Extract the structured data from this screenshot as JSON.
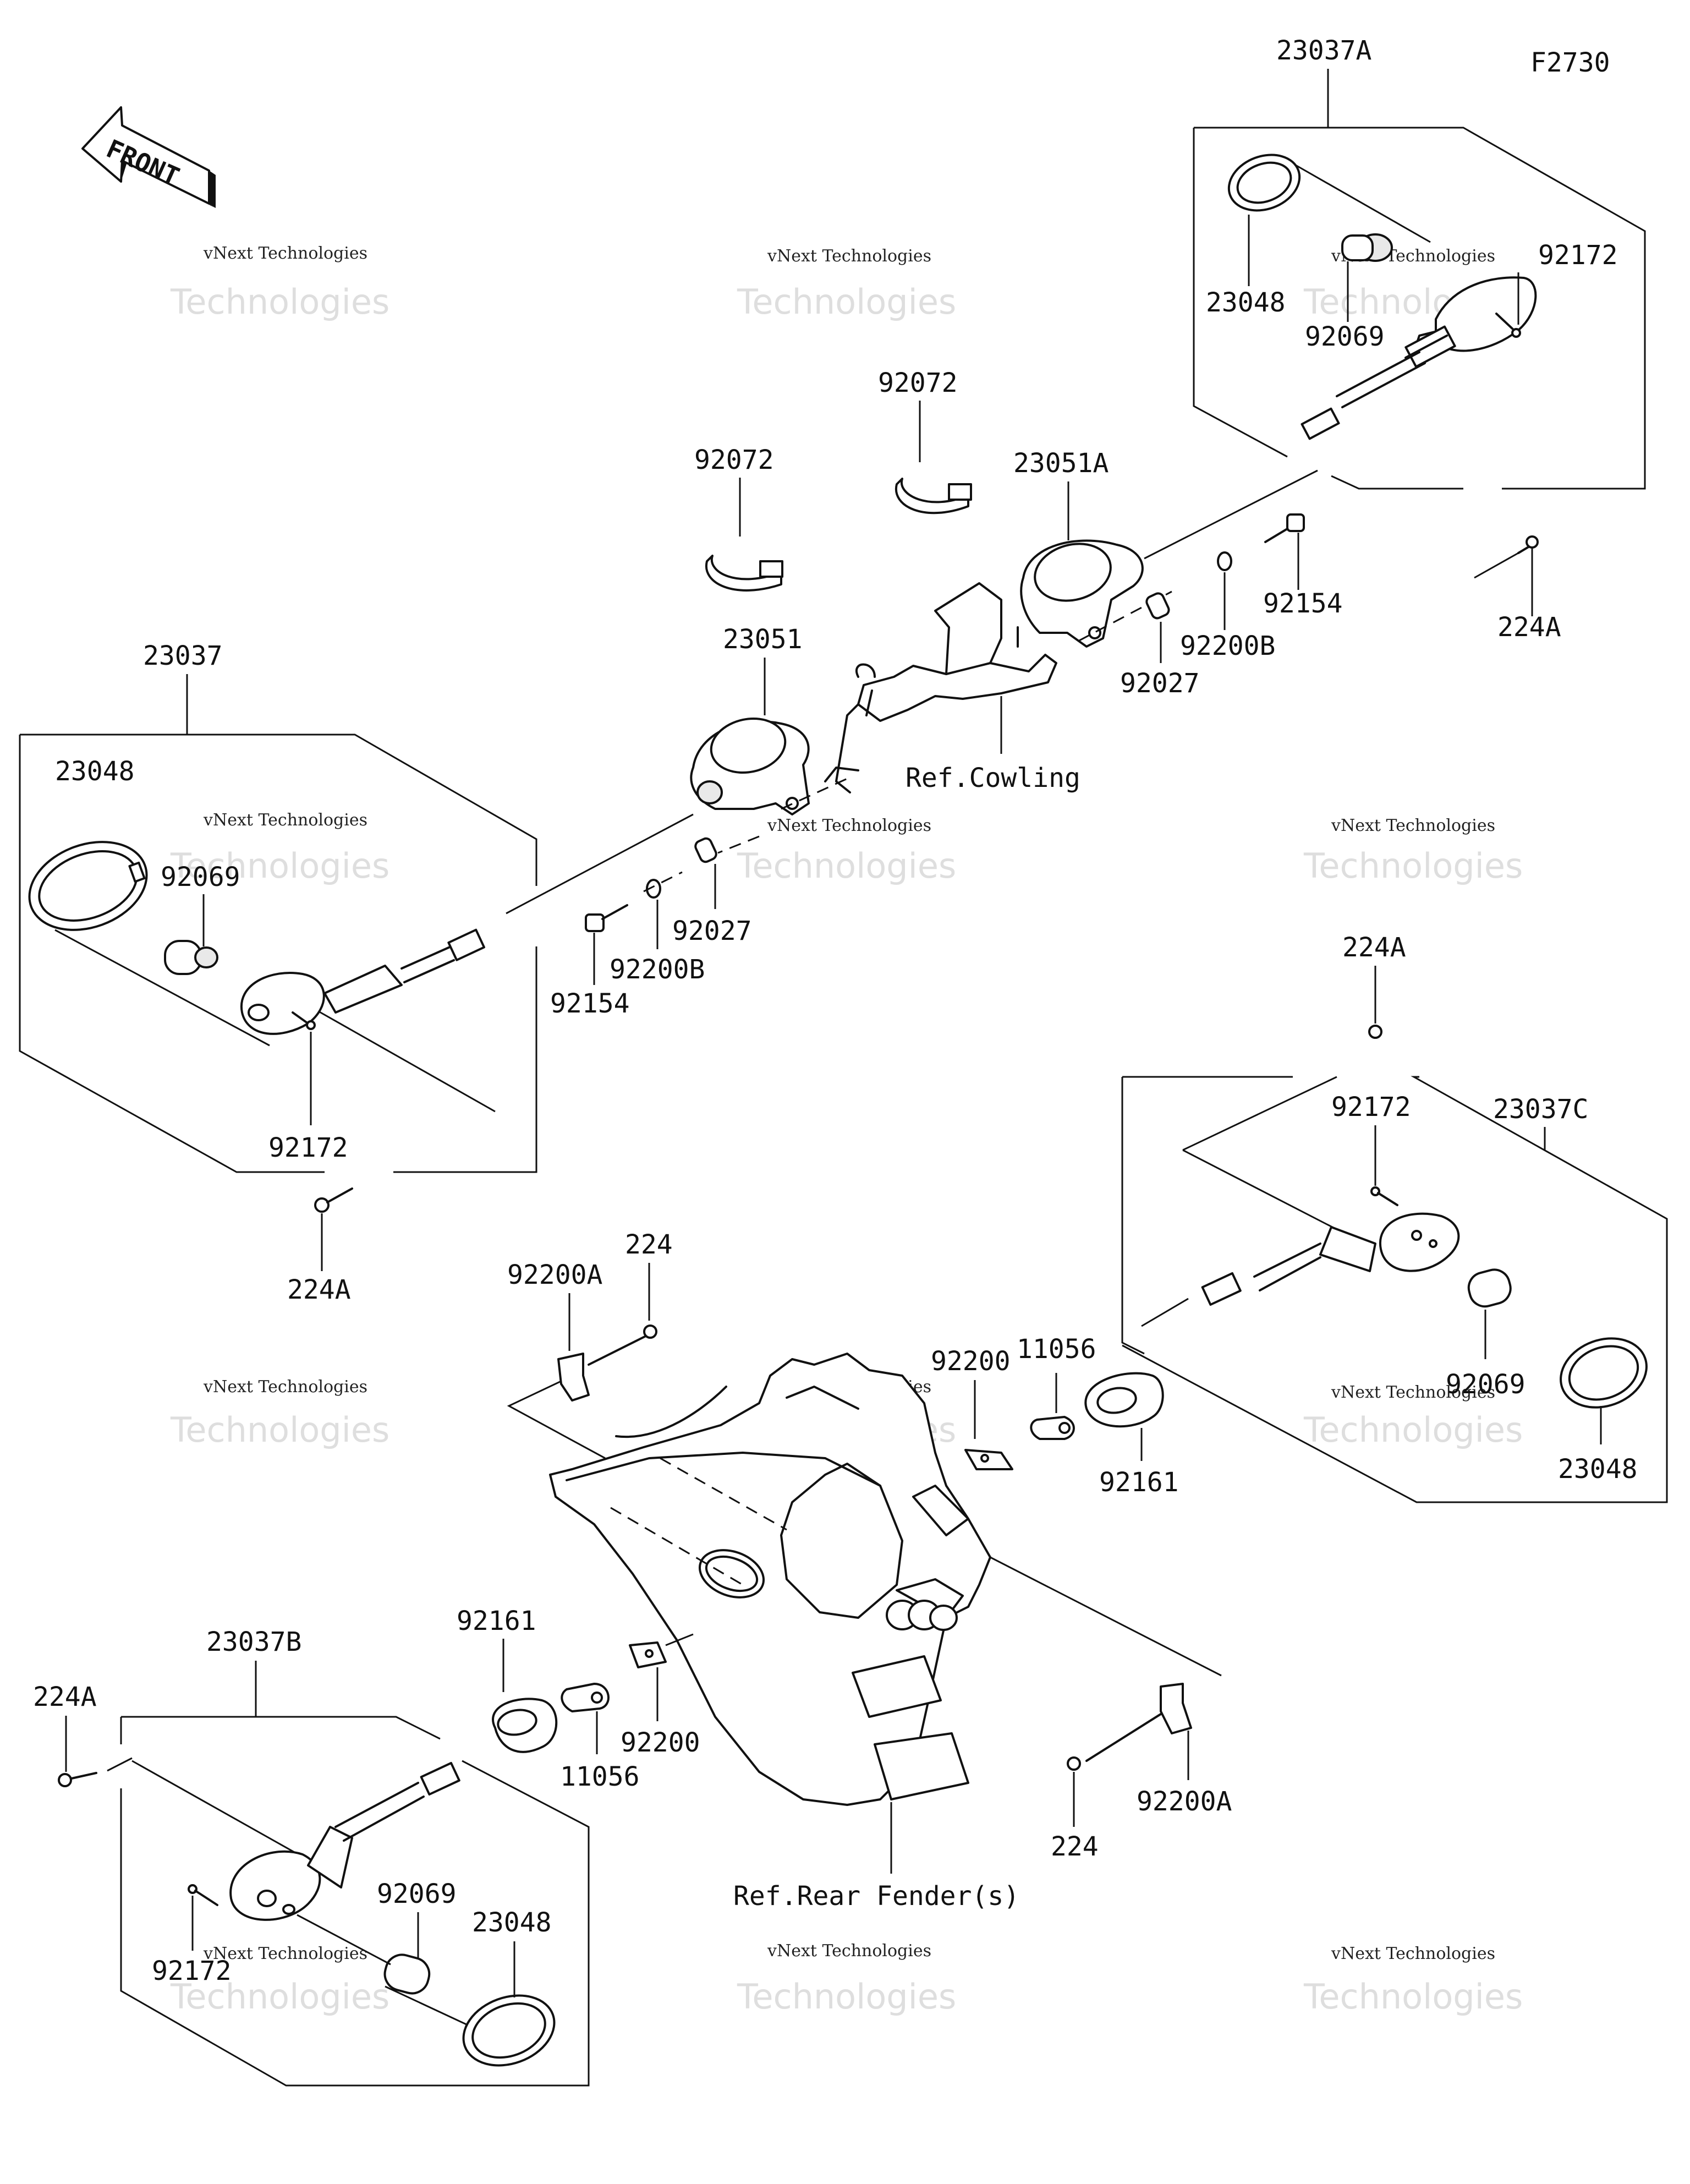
{
  "diagram_code": "F2730",
  "front_label": "FRONT",
  "watermark": {
    "brand_small": "vNext Technologies",
    "brand_big": "Technologies",
    "brand_top": "vNext"
  },
  "references": {
    "cowling": "Ref.Cowling",
    "rear_fender": "Ref.Rear Fender(s)"
  },
  "parts": {
    "p23037A": "23037A",
    "p23037": "23037",
    "p23037B": "23037B",
    "p23037C": "23037C",
    "p23048_a": "23048",
    "p23048_b": "23048",
    "p23048_c": "23048",
    "p23048_d": "23048",
    "p92069_a": "92069",
    "p92069_b": "92069",
    "p92069_c": "92069",
    "p92069_d": "92069",
    "p92172_a": "92172",
    "p92172_b": "92172",
    "p92172_c": "92172",
    "p92172_d": "92172",
    "p224A_a": "224A",
    "p224A_b": "224A",
    "p224A_c": "224A",
    "p224A_d": "224A",
    "p92072_a": "92072",
    "p92072_b": "92072",
    "p23051A": "23051A",
    "p23051": "23051",
    "p92154_a": "92154",
    "p92154_b": "92154",
    "p92200B_a": "92200B",
    "p92200B_b": "92200B",
    "p92027_a": "92027",
    "p92027_b": "92027",
    "p92200A_a": "92200A",
    "p92200A_b": "92200A",
    "p224_a": "224",
    "p224_b": "224",
    "p92200_a": "92200",
    "p92200_b": "92200",
    "p11056_a": "11056",
    "p11056_b": "11056",
    "p92161_a": "92161",
    "p92161_b": "92161"
  }
}
